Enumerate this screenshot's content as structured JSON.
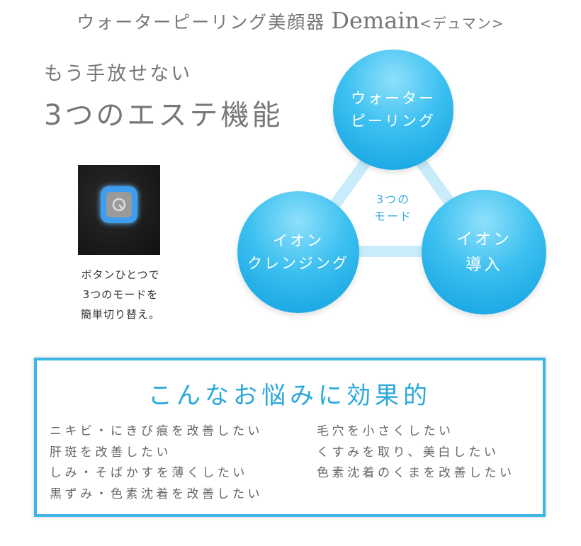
{
  "header": {
    "title": "ウォーターピーリング美顔器",
    "brand": "Demain",
    "brand_kana": "<デュマン>"
  },
  "intro": {
    "line1": "もう手放せない",
    "line2": "3つのエステ機能"
  },
  "device": {
    "caption": [
      "ボタンひとつで",
      "3つのモードを",
      "簡単切り替え。"
    ]
  },
  "modes": {
    "top": [
      "ウォーター",
      "ピーリング"
    ],
    "left": [
      "イオン",
      "クレンジング"
    ],
    "right": [
      "イオン",
      "導入"
    ],
    "center": [
      "3つの",
      "モード"
    ]
  },
  "concerns": {
    "title": "こんなお悩みに効果的",
    "left": [
      "ニキビ・にきび痕を改善したい",
      "肝斑を改善したい",
      "しみ・そばかすを薄くしたい",
      "黒ずみ・色素沈着を改善したい"
    ],
    "right": [
      "毛穴を小さくしたい",
      "くすみを取り、美白したい",
      "色素沈着のくまを改善したい"
    ]
  },
  "colors": {
    "accent": "#2aa8dc",
    "border": "#3db6e3",
    "text": "#666666"
  }
}
